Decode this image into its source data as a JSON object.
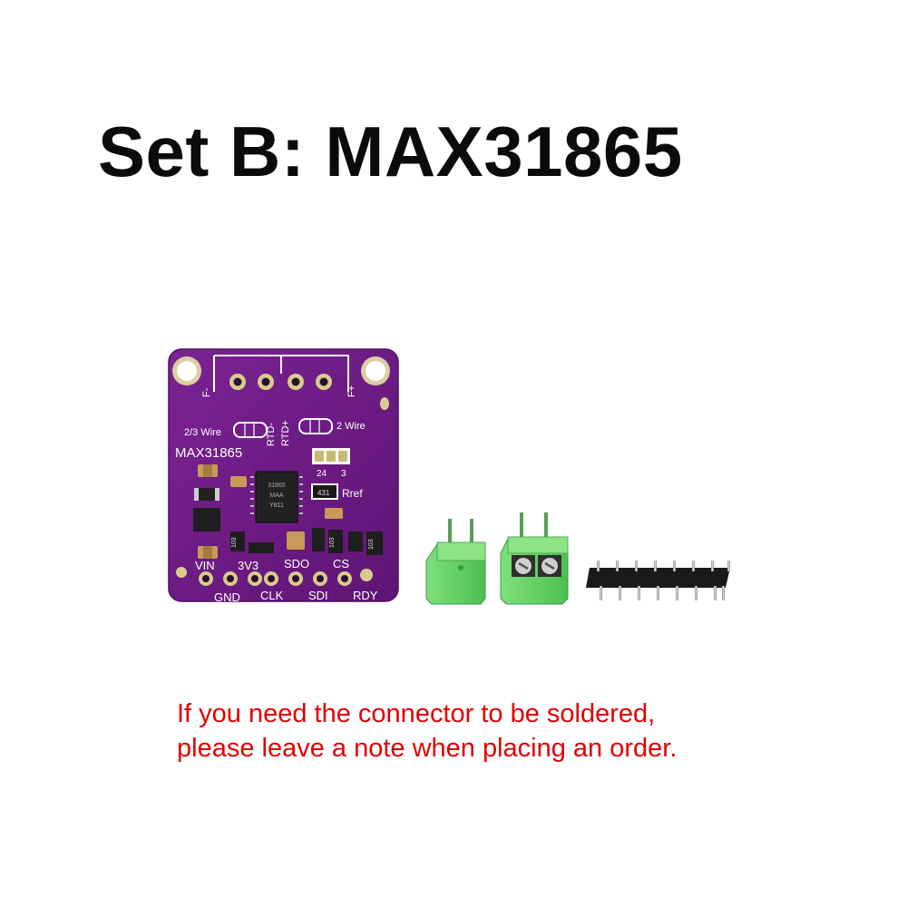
{
  "heading": {
    "set_label": "Set B:",
    "model": "MAX31865"
  },
  "board": {
    "name_print": "MAX31865",
    "header_labels_top": [
      "F-",
      "F+"
    ],
    "wire_labels": [
      "2/3 Wire",
      "2 Wire"
    ],
    "rtd_labels": [
      "RTD-",
      "RTD+"
    ],
    "jumper_labels": [
      "24",
      "3"
    ],
    "resistor_label": "Rref",
    "resistor_code": "431",
    "pin_labels_upper": [
      "VIN",
      "3V3",
      "SDO",
      "CS"
    ],
    "pin_labels_lower": [
      "GND",
      "CLK",
      "SDI",
      "RDY"
    ],
    "chip_text": [
      "31865",
      "MAA",
      "Y811"
    ],
    "smd_code": "103",
    "colors": {
      "pcb": "#6f1a86",
      "silkscreen": "#ffffff",
      "terminal_green": "#6ed66a",
      "header_black": "#1a1a1a"
    }
  },
  "accessories": [
    "green-terminal-block-closed",
    "green-terminal-block-open",
    "pin-header-8"
  ],
  "note": {
    "line1": "If you need the connector to be soldered,",
    "line2": "please leave a note when placing an order."
  }
}
